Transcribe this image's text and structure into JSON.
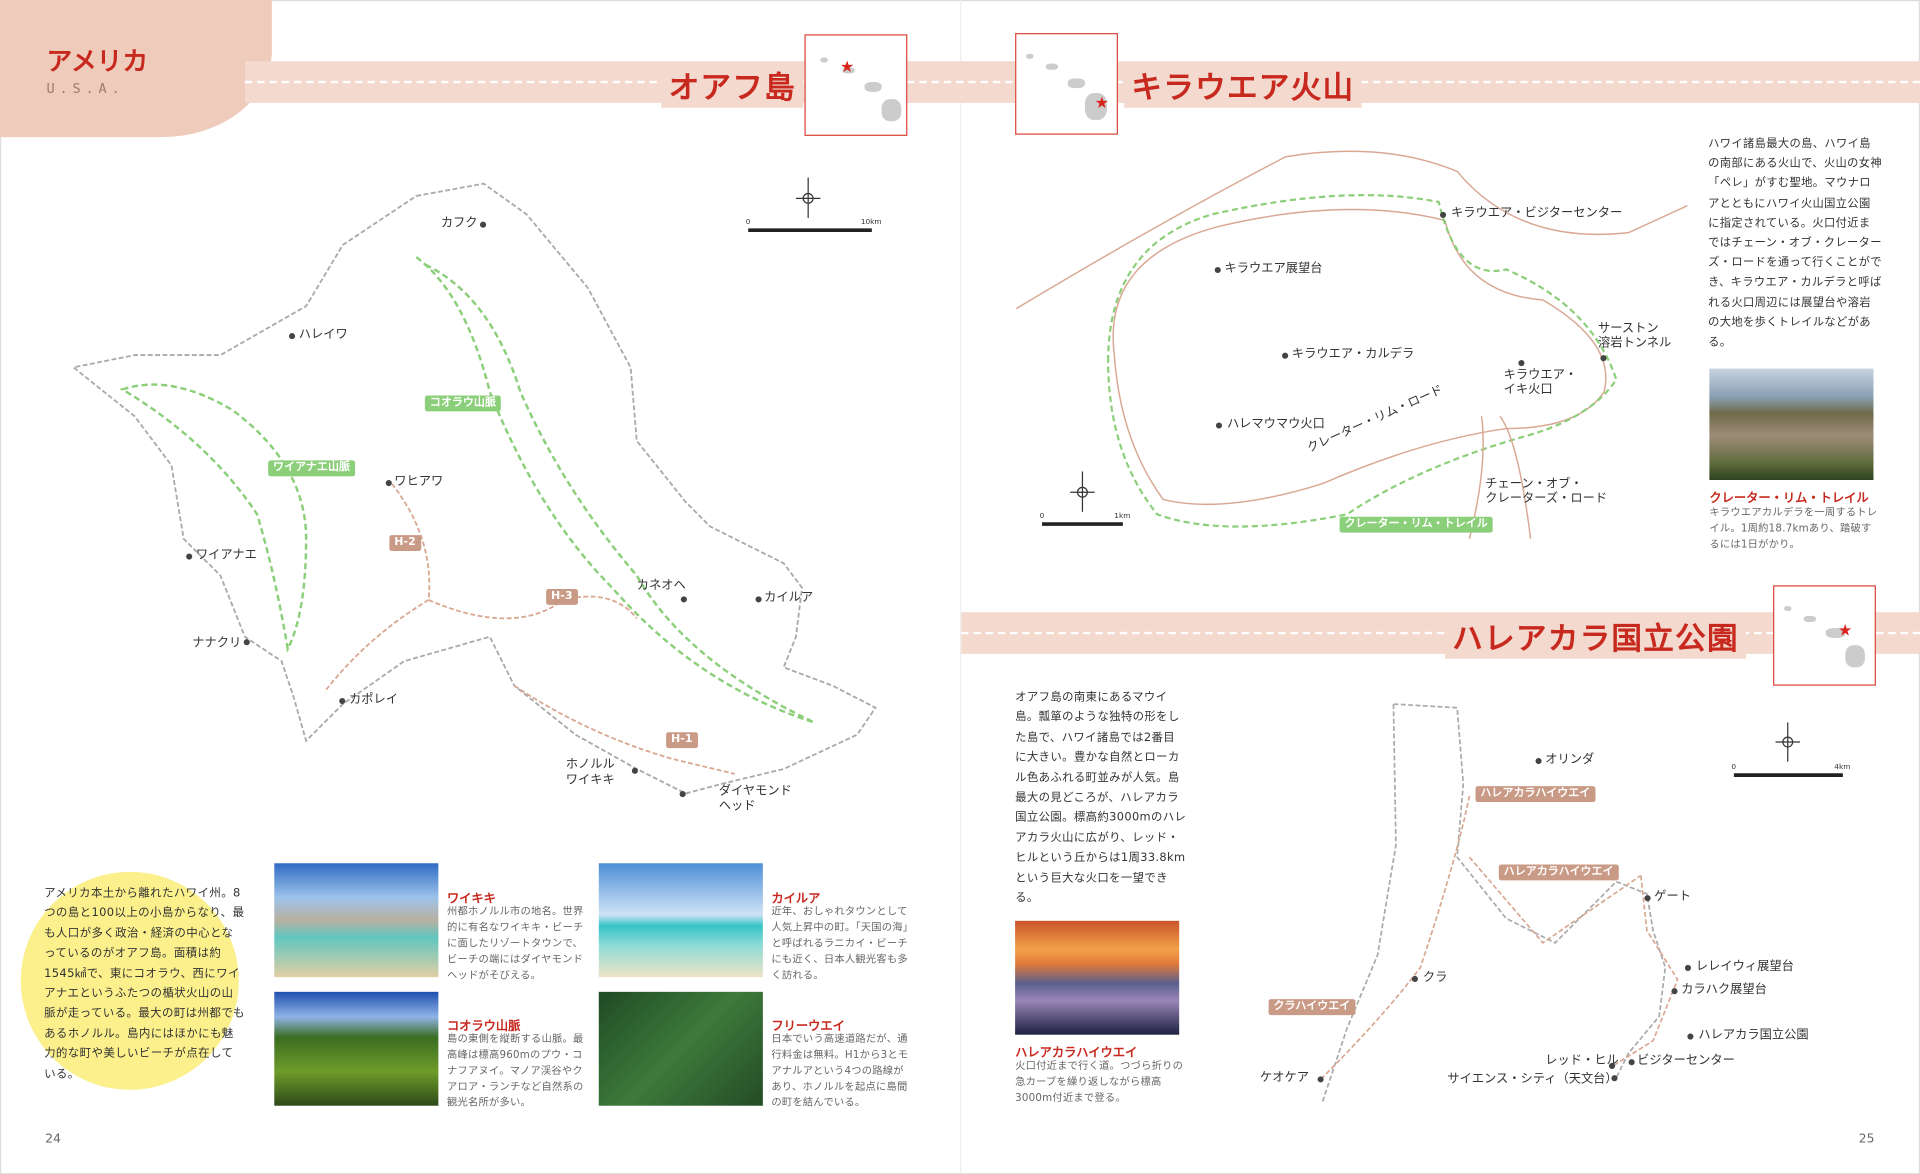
{
  "header": {
    "region_title": "アメリカ",
    "region_sub": "U.S.A.",
    "oahu_title": "オアフ島",
    "kilauea_title": "キラウエア火山",
    "haleakala_title": "ハレアカラ国立公園"
  },
  "oahu_map": {
    "places": [
      "カフク",
      "ハレイワ",
      "ワヒアワ",
      "ワイアナエ",
      "カネオヘ",
      "カイルア",
      "ナナクリ",
      "カポレイ",
      "ホノルル",
      "ワイキキ",
      "ダイヤモンド",
      "ヘッド"
    ],
    "mountains": [
      "コオラウ山脈",
      "ワイアナエ山脈"
    ],
    "roads": [
      "H-2",
      "H-3",
      "H-1"
    ],
    "scale": [
      "0",
      "10km"
    ]
  },
  "intro": {
    "text": "アメリカ本土から離れたハワイ州。8つの島と100以上の小島からなり、最も人口が多く政治・経済の中心となっているのがオアフ島。面積は約1545㎢で、東にコオラウ、西にワイアナエというふたつの楯状火山の山脈が走っている。最大の町は州都でもあるホノルル。島内にはほかにも魅力的な町や美しいビーチが点在している。"
  },
  "spots": [
    {
      "title": "ワイキキ",
      "text": "州都ホノルル市の地名。世界的に有名なワイキキ・ビーチに面したリゾートタウンで、ビーチの端にはダイヤモンドヘッドがそびえる。"
    },
    {
      "title": "カイルア",
      "text": "近年、おしゃれタウンとして人気上昇中の町。「天国の海」と呼ばれるラニカイ・ビーチにも近く、日本人観光客も多く訪れる。"
    },
    {
      "title": "コオラウ山脈",
      "text": "島の東側を縦断する山脈。最高峰は標高960mのプウ・コナフアヌイ。マノア渓谷やクアロア・ランチなど自然系の観光名所が多い。"
    },
    {
      "title": "フリーウエイ",
      "text": "日本でいう高速道路だが、通行料金は無料。H1から3とモアナルアという4つの路線があり、ホノルルを起点に島間の町を結んでいる。"
    }
  ],
  "kilauea_map": {
    "places": [
      "キラウエア・ビジターセンター",
      "キラウエア展望台",
      "キラウエア・カルデラ",
      "サーストン",
      "溶岩トンネル",
      "キラウエア・",
      "イキ火口",
      "ハレマウマウ火口",
      "クレーター・リム・ロード",
      "チェーン・オブ・",
      "クレーターズ・ロード"
    ],
    "trail": "クレーター・リム・トレイル",
    "scale": [
      "0",
      "1km"
    ]
  },
  "kilauea_text": "ハワイ諸島最大の島、ハワイ島の南部にある火山で、火山の女神「ペレ」がすむ聖地。マウナロアとともにハワイ火山国立公園に指定されている。火口付近まではチェーン・オブ・クレーターズ・ロードを通って行くことができ、キラウエア・カルデラと呼ばれる火口周辺には展望台や溶岩の大地を歩くトレイルなどがある。",
  "kilauea_photo": {
    "title": "クレーター・リム・トレイル",
    "text": "キラウエアカルデラを一周するトレイル。1周約18.7kmあり、踏破するには1日がかり。"
  },
  "haleakala_text": "オアフ島の南東にあるマウイ島。瓢箪のような独特の形をした島で、ハワイ諸島では2番目に大きい。豊かな自然とローカル色あふれる町並みが人気。島最大の見どころが、ハレアカラ国立公園。標高約3000mのハレアカラ火山に広がり、レッド・ヒルという丘からは1周33.8kmという巨大な火口を一望できる。",
  "haleakala_photo": {
    "title": "ハレアカラハイウエイ",
    "text": "火口付近まで行く道。つづら折りの急カーブを繰り返しながら標高3000m付近まで登る。"
  },
  "haleakala_map": {
    "places": [
      "オリンダ",
      "ゲート",
      "クラ",
      "レレイウィ展望台",
      "カラハク展望台",
      "ハレアカラ国立公園",
      "レッド・ヒル",
      "ビジターセンター",
      "サイエンス・シティ（天文台）",
      "ケオケア"
    ],
    "roads": [
      "ハレアカラハイウエイ",
      "ハレアカラハイウエイ",
      "クラハイウエイ"
    ],
    "scale": [
      "0",
      "4km"
    ]
  },
  "pages": {
    "left": "24",
    "right": "25"
  },
  "colors": {
    "accent": "#c8291e",
    "band": "#f4d9cf",
    "trail": "#8ccf7a",
    "road": "#d9a893",
    "circle": "#fbf08c"
  }
}
